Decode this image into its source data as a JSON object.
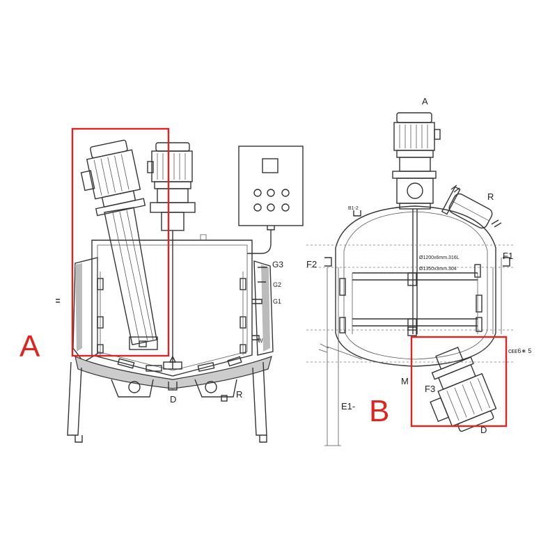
{
  "diagram": {
    "left": {
      "highlight_label": "A",
      "labels": {
        "g3": "G3",
        "g2": "G2",
        "g1": "G1",
        "w": "W",
        "d": "D",
        "r": "R"
      }
    },
    "right": {
      "highlight_label": "B",
      "labels": {
        "a": "A",
        "r": "R",
        "b12": "B1-2",
        "f1": "F1",
        "f2": "F2",
        "dim1": "Ø1200x6mm.316L",
        "dim2": "Ø1350x3mm.304",
        "m": "M",
        "e1": "E1-",
        "f3": "F3",
        "d": "D",
        "side": "ᴄᴇᴇ6∗ 5"
      }
    },
    "colors": {
      "highlight": "#e1231f",
      "line": "#333333"
    }
  }
}
